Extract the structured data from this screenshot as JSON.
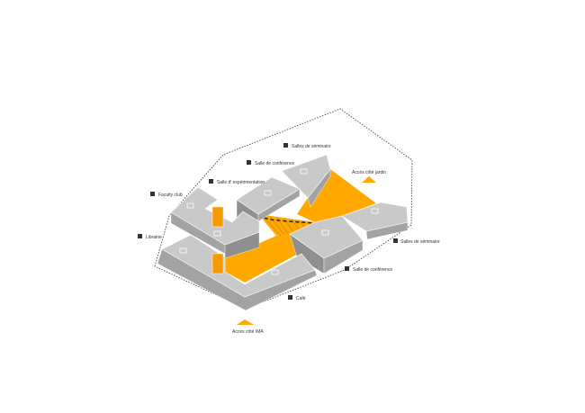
{
  "labels": {
    "salles_seminaire_top": "Salles de séminaire",
    "salle_conference_top": "Salle de conférence",
    "salle_experimentation": "Salle d' expérimentation",
    "faculty_club": "Faculty club",
    "librairie": "Librairie",
    "acces_jardin": "Accès côté jardin",
    "salles_seminaire_right": "Salles de séminaire",
    "salle_conference_right": "Salle de conférence",
    "cafe": "Café",
    "acces_ima": "Accès côté IMA"
  },
  "colors": {
    "accent": "#ffa800",
    "roof": "#c9c9c9",
    "wall": "#a3a3a3"
  }
}
